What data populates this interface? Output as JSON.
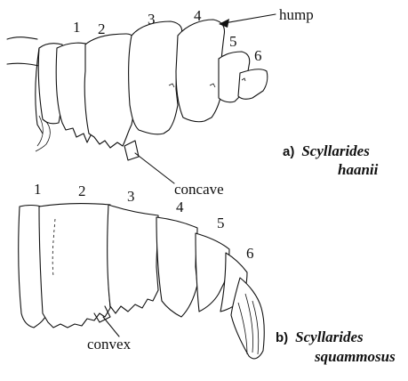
{
  "segments": [
    "1",
    "2",
    "3",
    "4",
    "5",
    "6"
  ],
  "annotations": {
    "hump": "hump",
    "concave": "concave",
    "convex": "convex"
  },
  "panel_a": {
    "letter": "a)",
    "genus": "Scyllarides",
    "species": "haanii"
  },
  "panel_b": {
    "letter": "b)",
    "genus": "Scyllarides",
    "species": "squammosus"
  }
}
